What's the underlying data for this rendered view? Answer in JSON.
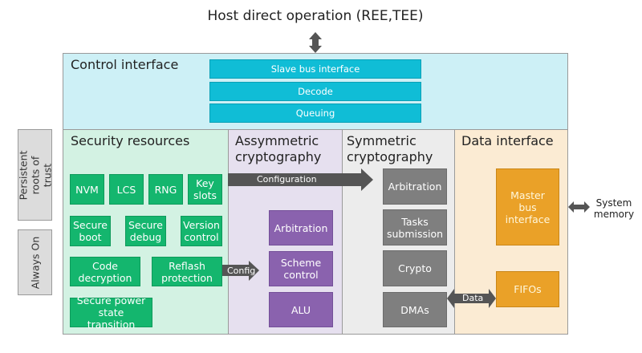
{
  "title": "Host direct operation (REE,TEE)",
  "side_labels": {
    "persistent": "Persistent roots of trust",
    "always_on": "Always On"
  },
  "control_interface": {
    "title": "Control interface",
    "blocks": [
      "Slave bus interface",
      "Decode",
      "Queuing"
    ]
  },
  "security_resources": {
    "title": "Security resources",
    "blocks": {
      "nvm": "NVM",
      "lcs": "LCS",
      "rng": "RNG",
      "key_slots": "Key slots",
      "secure_boot": "Secure boot",
      "secure_debug": "Secure debug",
      "version_control": "Version control",
      "code_decryption": "Code decryption",
      "reflash_protection": "Reflash protection",
      "secure_power": "Secure power state transition"
    }
  },
  "asymmetric": {
    "title": "Assymmetric cryptography",
    "blocks": [
      "Arbitration",
      "Scheme control",
      "ALU"
    ]
  },
  "symmetric": {
    "title": "Symmetric cryptography",
    "blocks": [
      "Arbitration",
      "Tasks submission",
      "Crypto",
      "DMAs"
    ]
  },
  "data_interface": {
    "title": "Data interface",
    "blocks": {
      "master_bus": "Master bus interface",
      "fifos": "FIFOs"
    }
  },
  "arrows": {
    "configuration": "Configuration",
    "config": "Config",
    "data": "Data",
    "system_memory": "System memory"
  },
  "colors": {
    "control_bg": "#cdf0f6",
    "security_bg": "#d3f2e3",
    "asym_bg": "#e6e0ef",
    "sym_bg": "#ececec",
    "data_bg": "#fbebd3",
    "cyan": "#10bdd6",
    "green": "#14b66e",
    "purple": "#8a62ae",
    "grey": "#7f7f7f",
    "orange": "#eaa128",
    "arrow": "#555555"
  }
}
